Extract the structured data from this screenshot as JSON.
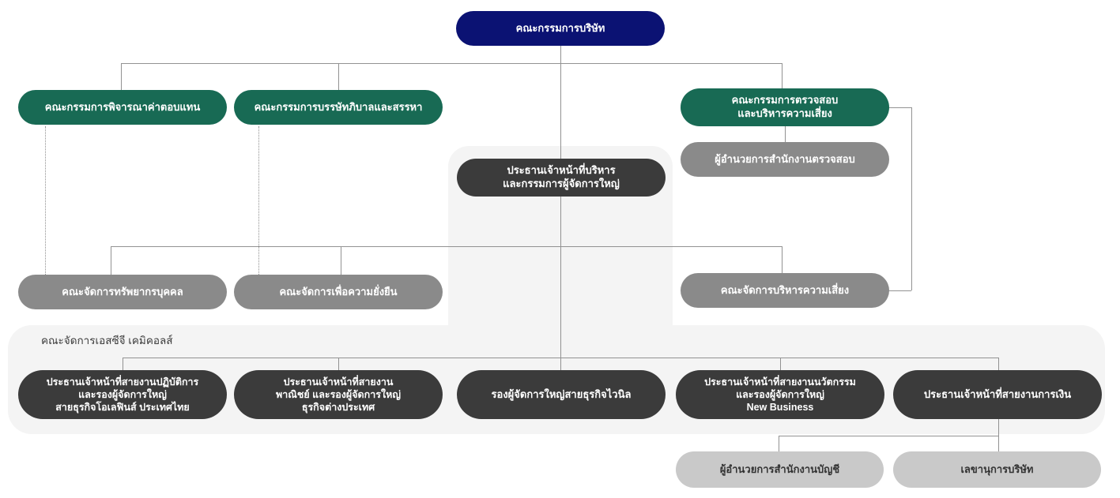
{
  "colors": {
    "board_navy": "#0b1273",
    "committee_green": "#186a54",
    "management_gray": "#8a8a8a",
    "executive_dark": "#3b3b3b",
    "office_light_gray": "#c9c9c9",
    "panel_bg": "#f4f4f4",
    "connector_gray": "#929292"
  },
  "panel": {
    "label": "คณะจัดการเอสซีจี เคมิคอลส์"
  },
  "nodes": {
    "board": {
      "label": "คณะกรรมการบริษัท"
    },
    "remuneration": {
      "label": "คณะกรรมการพิจารณาค่าตอบแทน"
    },
    "governance": {
      "label": "คณะกรรมการบรรษัทภิบาลและสรรหา"
    },
    "audit_risk": {
      "line1": "คณะกรรมการตรวจสอบ",
      "line2": "และบริหารความเสี่ยง"
    },
    "audit_office": {
      "label": "ผู้อำนวยการสำนักงานตรวจสอบ"
    },
    "ceo": {
      "line1": "ประธานเจ้าหน้าที่บริหาร",
      "line2": "และกรรมการผู้จัดการใหญ่"
    },
    "hr": {
      "label": "คณะจัดการทรัพยากรบุคคล"
    },
    "sustainability": {
      "label": "คณะจัดการเพื่อความยั่งยืน"
    },
    "risk_mgmt": {
      "label": "คณะจัดการบริหารความเสี่ยง"
    },
    "operations": {
      "line1": "ประธานเจ้าหน้าที่สายงานปฏิบัติการ",
      "line2": "และรองผู้จัดการใหญ่",
      "line3": "สายธุรกิจโอเลฟินส์ ประเทศไทย"
    },
    "commercial": {
      "line1": "ประธานเจ้าหน้าที่สายงาน",
      "line2": "พาณิชย์ และรองผู้จัดการใหญ่",
      "line3": "ธุรกิจต่างประเทศ"
    },
    "vinyl": {
      "label": "รองผู้จัดการใหญ่สายธุรกิจไวนิล"
    },
    "innovation": {
      "line1": "ประธานเจ้าหน้าที่สายงานนวัตกรรม",
      "line2": "และรองผู้จัดการใหญ่",
      "line3": "New Business"
    },
    "finance": {
      "label": "ประธานเจ้าหน้าที่สายงานการเงิน"
    },
    "accounting": {
      "label": "ผู้อำนวยการสำนักงานบัญชี"
    },
    "secretary": {
      "label": "เลขานุการบริษัท"
    }
  }
}
